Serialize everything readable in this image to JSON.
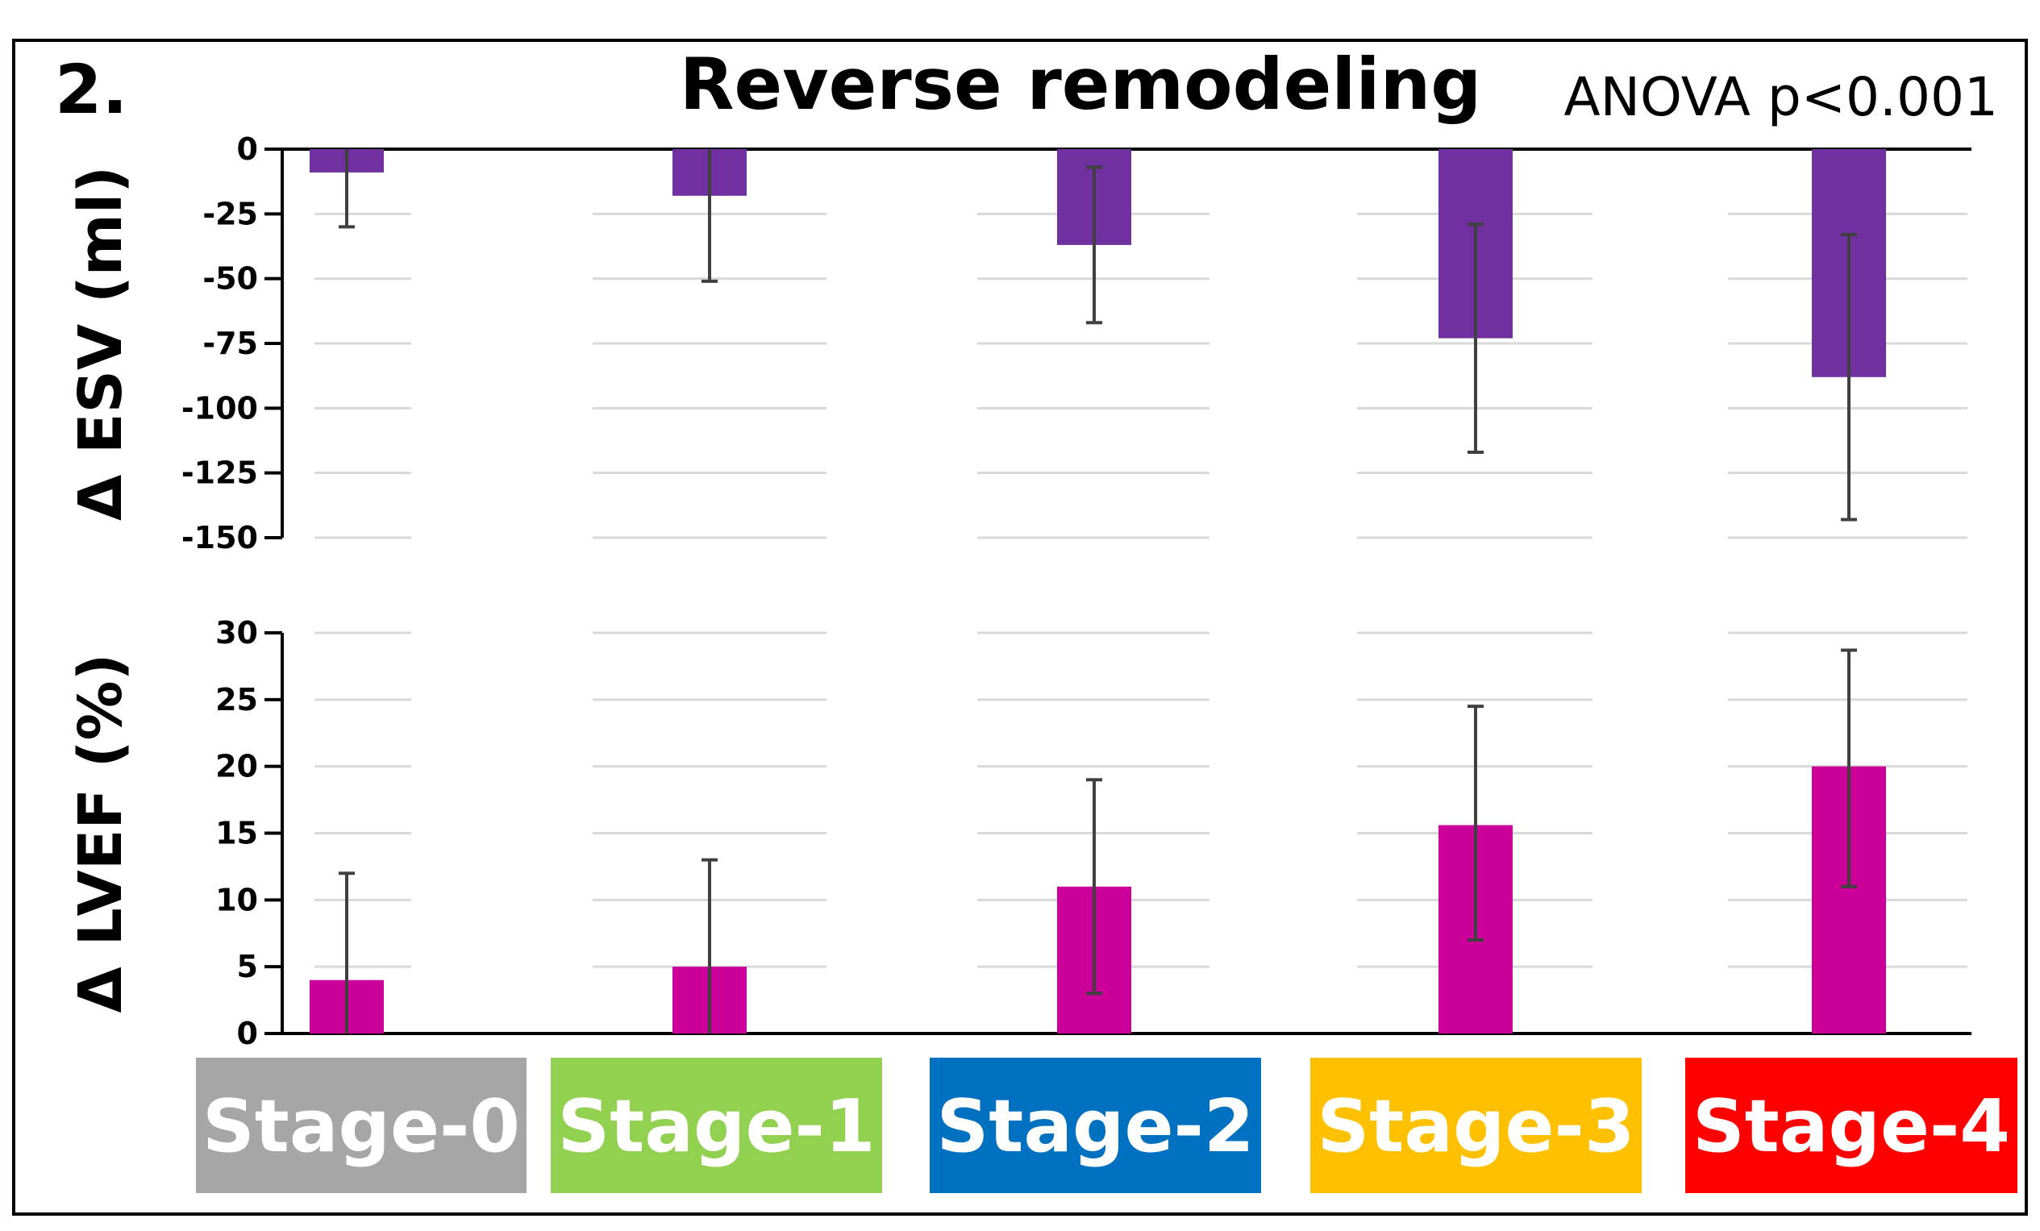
{
  "figure": {
    "panel_number": "2.",
    "title": "Reverse remodeling",
    "statistic": "ANOVA p<0.001"
  },
  "colors": {
    "esv_bar": "#7030A0",
    "lvef_bar": "#CC0099",
    "error_bar": "#404040",
    "grid": "#d9d9d9",
    "stage_colors": [
      "#A6A6A6",
      "#92D050",
      "#0070C0",
      "#FFC000",
      "#FF0000"
    ]
  },
  "chart_data": [
    {
      "type": "bar",
      "ylabel": "Δ ESV (ml)",
      "ylim": [
        -150,
        0
      ],
      "yticks": [
        0,
        -25,
        -50,
        -75,
        -100,
        -125,
        -150
      ],
      "grid": true,
      "categories": [
        "Stage-0",
        "Stage-1",
        "Stage-2",
        "Stage-3",
        "Stage-4"
      ],
      "values": [
        -9,
        -18,
        -37,
        -73,
        -88
      ],
      "error_bars": [
        [
          -30,
          0
        ],
        [
          -51,
          0
        ],
        [
          -67,
          -7
        ],
        [
          -117,
          -29
        ],
        [
          -143,
          -33
        ]
      ]
    },
    {
      "type": "bar",
      "ylabel": "Δ LVEF (%)",
      "ylim": [
        0,
        30
      ],
      "yticks": [
        0,
        5,
        10,
        15,
        20,
        25,
        30
      ],
      "grid": true,
      "categories": [
        "Stage-0",
        "Stage-1",
        "Stage-2",
        "Stage-3",
        "Stage-4"
      ],
      "values": [
        4,
        5,
        11,
        15.6,
        20
      ],
      "error_bars": [
        [
          0,
          12
        ],
        [
          0,
          13
        ],
        [
          3,
          19
        ],
        [
          7,
          24.5
        ],
        [
          11,
          28.7
        ]
      ]
    }
  ]
}
